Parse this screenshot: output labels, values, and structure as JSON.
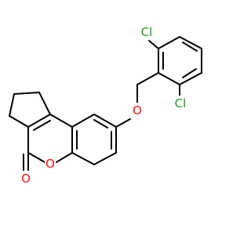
{
  "molecule": {
    "atoms": {
      "cl_top": {
        "symbol": "Cl",
        "color": "#1aa01a"
      },
      "cl_bottom": {
        "symbol": "Cl",
        "color": "#1aa01a"
      },
      "o_ether": {
        "symbol": "O",
        "color": "#ff0d0d"
      },
      "o_ring": {
        "symbol": "O",
        "color": "#ff0d0d"
      },
      "o_carbonyl": {
        "symbol": "O",
        "color": "#ff0d0d"
      }
    },
    "bond_color": "#000000"
  }
}
